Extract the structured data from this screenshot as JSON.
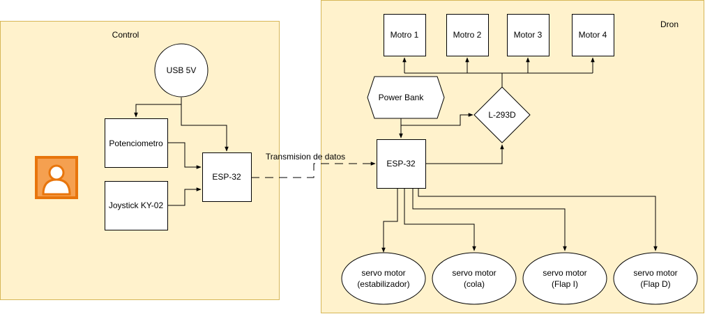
{
  "colors": {
    "group_fill": "#FFF2CC",
    "group_stroke": "#D6B656",
    "user_icon_fill": "#F5A050",
    "user_icon_stroke": "#E8750C",
    "shape_fill": "#FFFFFF",
    "line": "#000000"
  },
  "groups": {
    "control": {
      "label": "Control"
    },
    "dron": {
      "label": "Dron"
    }
  },
  "icons": {
    "user": "user-icon"
  },
  "nodes": {
    "usb": "USB 5V",
    "potenciometro": "Potenciometro",
    "joystick": "Joystick KY-02",
    "esp_control": "ESP-32",
    "esp_dron": "ESP-32",
    "power_bank": "Power Bank",
    "l293d": "L-293D",
    "motor1": "Motro 1",
    "motor2": "Motro 2",
    "motor3": "Motor 3",
    "motor4": "Motor 4",
    "servo1": {
      "line1": "servo motor",
      "line2": "(estabilizador)"
    },
    "servo2": {
      "line1": "servo motor",
      "line2": "(cola)"
    },
    "servo3": {
      "line1": "servo motor",
      "line2": "(Flap I)"
    },
    "servo4": {
      "line1": "servo motor",
      "line2": "(Flap D)"
    }
  },
  "edges": {
    "transmission_label": "Transmision de datos"
  }
}
